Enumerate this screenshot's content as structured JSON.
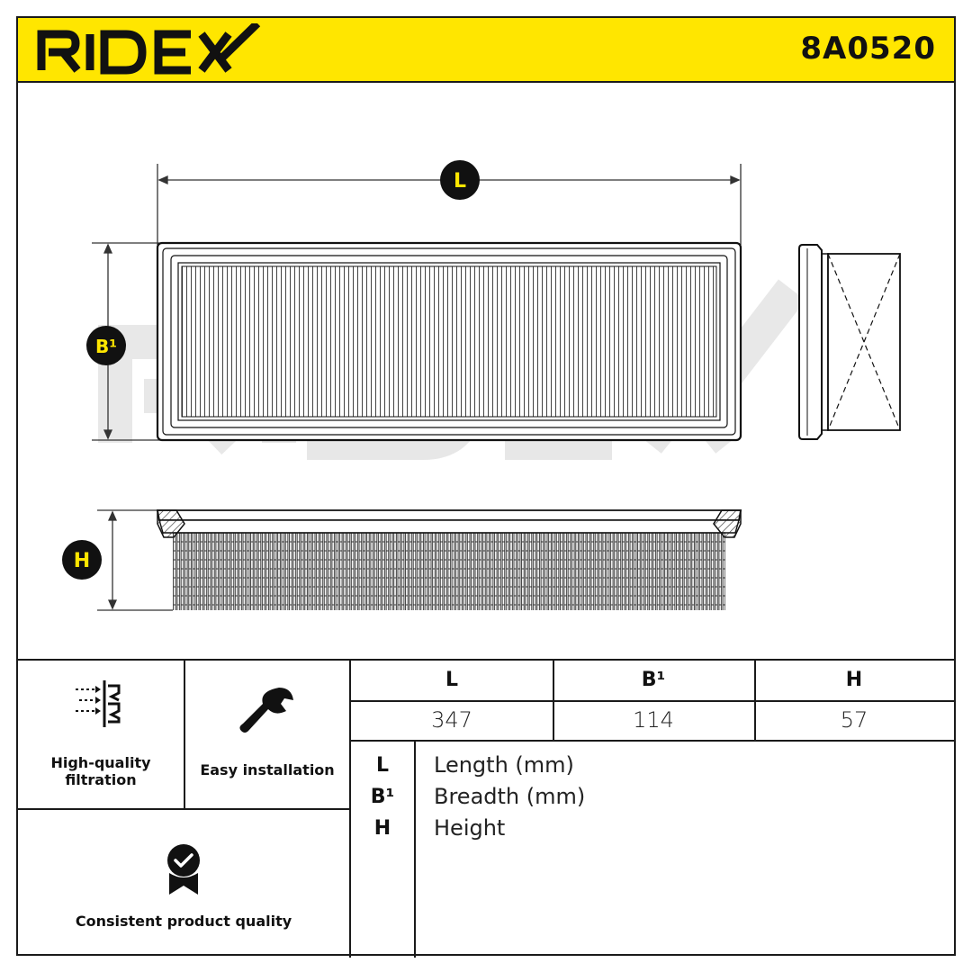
{
  "header": {
    "brand": "RIDEX",
    "part_number": "8A0520",
    "accent_color": "#ffe600"
  },
  "drawing": {
    "watermark": "RIDEX",
    "badges": {
      "length": "L",
      "breadth": "B¹",
      "height": "H"
    }
  },
  "features": [
    {
      "icon": "filtration-icon",
      "label": "High-quality\nfiltration"
    },
    {
      "icon": "wrench-icon",
      "label": "Easy installation"
    },
    {
      "icon": "quality-badge-icon",
      "label": "Consistent product quality"
    }
  ],
  "dimensions": {
    "headers": [
      "L",
      "B¹",
      "H"
    ],
    "values": [
      "347",
      "114",
      "57"
    ]
  },
  "legend": [
    {
      "key": "L",
      "text": "Length (mm)"
    },
    {
      "key": "B¹",
      "text": "Breadth (mm)"
    },
    {
      "key": "H",
      "text": "Height"
    }
  ]
}
